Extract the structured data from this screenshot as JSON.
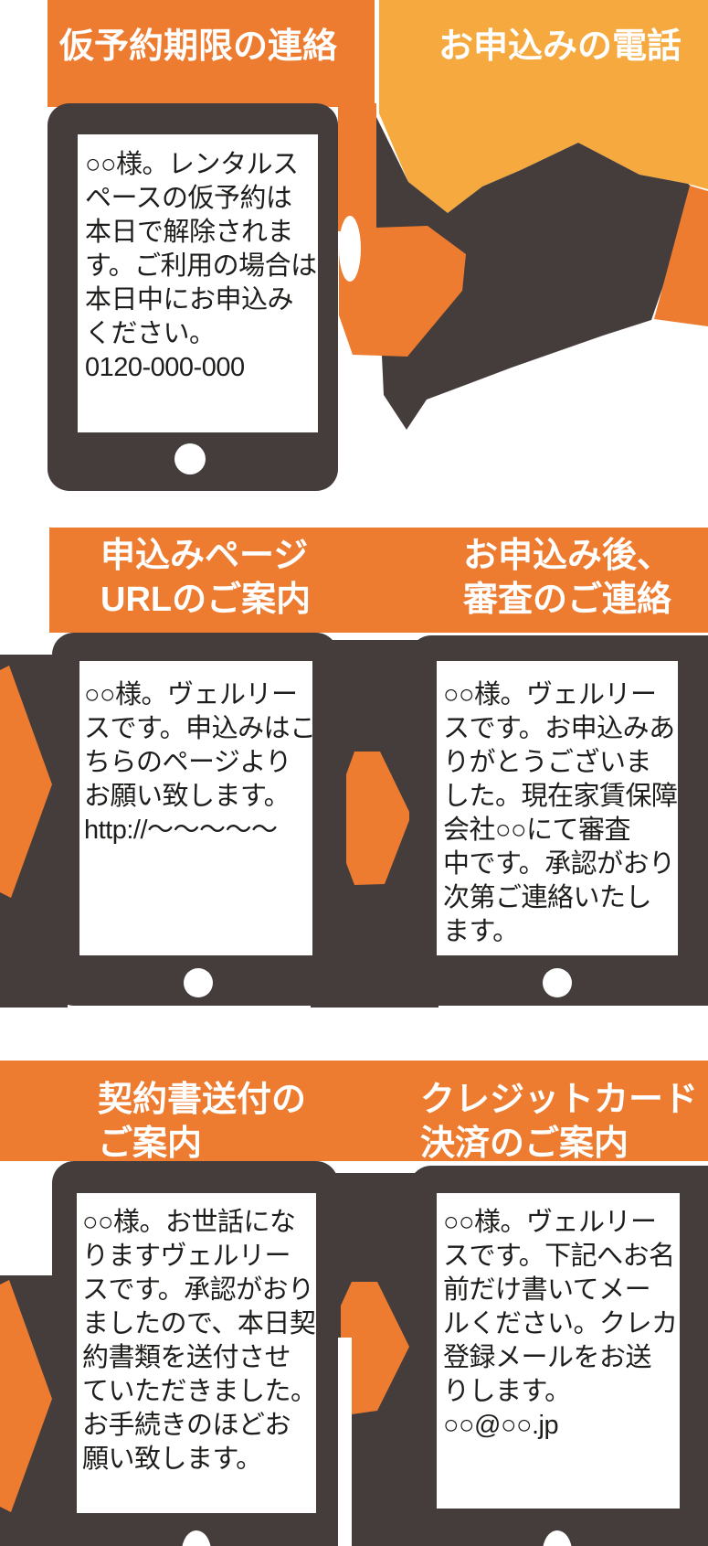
{
  "colors": {
    "accent_orange": "#ED7C31",
    "light_orange": "#F5A93E",
    "phone_dark_gray": "#453D3B",
    "header_text": "#FFFFFF",
    "message_text": "#1D1D1B",
    "background": "#FFFFFF"
  },
  "steps": [
    {
      "id": 1,
      "title": "仮予約期限の連絡",
      "phone_message": "○○様。レンタルス\nペースの仮予約は\n本日で解除されま\nす。ご利用の場合は\n本日中にお申込み\nください。\n0120-000-000"
    },
    {
      "id": 2,
      "title": "お申込みの電話",
      "illustration": "hand-holding-phone"
    },
    {
      "id": 3,
      "title": "申込みページ\nURLのご案内",
      "phone_message": "○○様。ヴェルリー\nスです。申込みはこ\nちらのページより\nお願い致します。\nhttp://～～～～～"
    },
    {
      "id": 4,
      "title": "お申込み後、\n審査のご連絡",
      "phone_message": "○○様。ヴェルリー\nスです。お申込みあ\nりがとうございま\nした。現在家賃保障\n会社○○にて審査\n中です。承認がおり\n次第ご連絡いたし\nます。"
    },
    {
      "id": 5,
      "title": "契約書送付の\nご案内",
      "phone_message": "○○様。お世話にな\nりますヴェルリー\nスです。承認がおり\nましたので、本日契\n約書類を送付させ\nていただきました。\nお手続きのほどお\n願い致します。"
    },
    {
      "id": 6,
      "title": "クレジットカード\n決済のご案内",
      "phone_message": "○○様。ヴェルリー\nスです。下記へお名\n前だけ書いてメー\nルください。クレカ\n登録メールをお送\nりします。\n○○@○○.jp"
    }
  ]
}
